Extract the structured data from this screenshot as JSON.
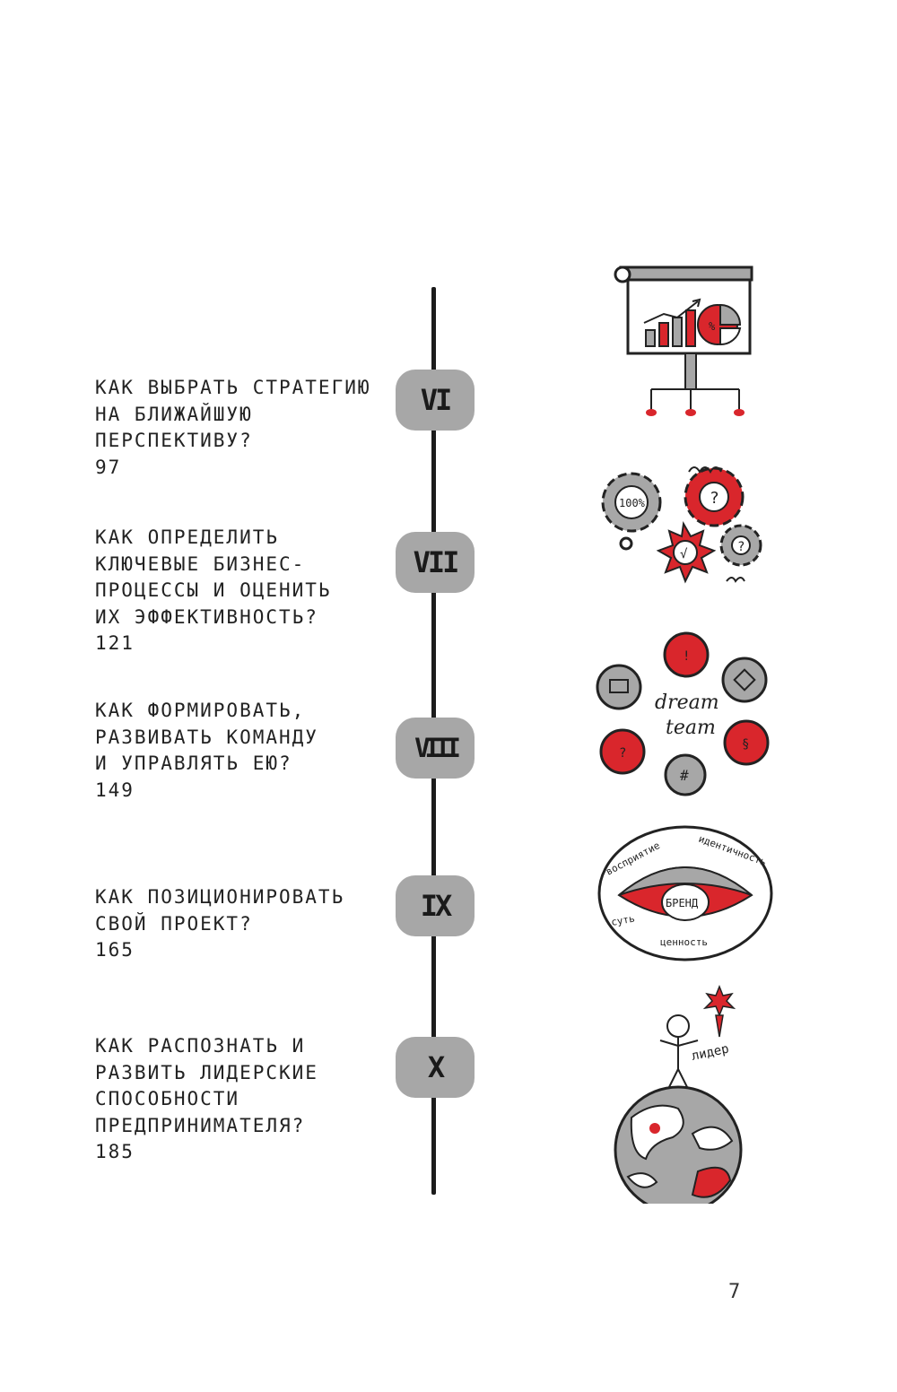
{
  "chapters": [
    {
      "numeral": "VI",
      "title": "КАК ВЫБРАТЬ СТРАТЕГИЮ\nНА БЛИЖАЙШУЮ\nПЕРСПЕКТИВУ?",
      "page": "97"
    },
    {
      "numeral": "VII",
      "title": "КАК ОПРЕДЕЛИТЬ\nКЛЮЧЕВЫЕ БИЗНЕС-\nПРОЦЕССЫ И ОЦЕНИТЬ\nИХ ЭФФЕКТИВНОСТЬ?",
      "page": "121"
    },
    {
      "numeral": "VIII",
      "title": "КАК ФОРМИРОВАТЬ,\nРАЗВИВАТЬ КОМАНДУ\nИ УПРАВЛЯТЬ ЕЮ?",
      "page": "149"
    },
    {
      "numeral": "IX",
      "title": "КАК ПОЗИЦИОНИРОВАТЬ\nСВОЙ ПРОЕКТ?",
      "page": "165"
    },
    {
      "numeral": "X",
      "title": "КАК РАСПОЗНАТЬ И\nРАЗВИТЬ ЛИДЕРСКИЕ\nСПОСОБНОСТИ\nПРЕДПРИНИМАТЕЛЯ?",
      "page": "185"
    }
  ],
  "illustrations": {
    "presentation": {
      "icon": "presentation-board-icon",
      "label": "%"
    },
    "gears": {
      "icon": "gears-icon",
      "labels": [
        "100%",
        "?",
        "?",
        "√"
      ]
    },
    "dream_team": {
      "icon": "dream-team-icon",
      "labels": [
        "dream",
        "team",
        "!",
        "?",
        "§",
        "#"
      ]
    },
    "brand": {
      "icon": "brand-eye-icon",
      "labels": [
        "БРЕНД",
        "восприятие",
        "идентичность",
        "суть",
        "ценность"
      ]
    },
    "leader": {
      "icon": "leader-globe-icon",
      "label": "лидер"
    }
  },
  "page_number": "7",
  "colors": {
    "accent_red": "#d9262c",
    "gray": "#a7a7a7",
    "ink": "#222222"
  }
}
